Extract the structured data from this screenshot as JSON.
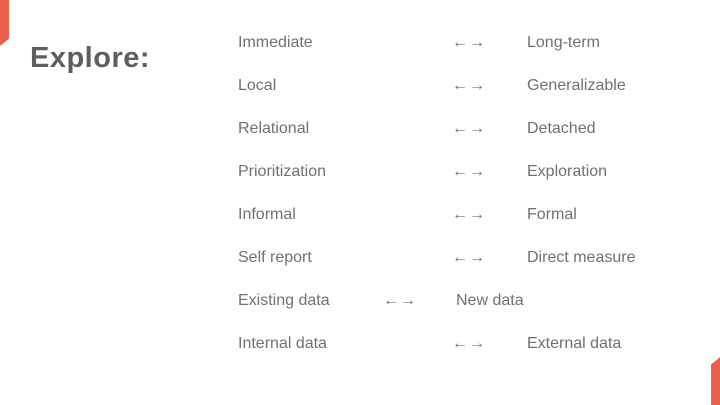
{
  "slide": {
    "title": "Explore:",
    "colors": {
      "accent": "#E8604C",
      "title_text": "#5E5E5E",
      "body_text": "#707070"
    },
    "spectrum": {
      "arrow_glyph": "←→",
      "rows": [
        {
          "left": "Immediate",
          "arrow": "←→",
          "right": "Long-term"
        },
        {
          "left": "Local",
          "arrow": "←→",
          "right": "Generalizable"
        },
        {
          "left": "Relational",
          "arrow": "←→",
          "right": "Detached"
        },
        {
          "left": "Prioritization",
          "arrow": "←→",
          "right": "Exploration"
        },
        {
          "left": "Informal",
          "arrow": "←→",
          "right": "Formal"
        },
        {
          "left": "Self report",
          "arrow": "←→",
          "right": "Direct measure"
        },
        {
          "left": "Existing data",
          "arrow": "←→",
          "right": "New data"
        },
        {
          "left": "Internal data",
          "arrow": "←→",
          "right": "External data"
        }
      ]
    }
  }
}
